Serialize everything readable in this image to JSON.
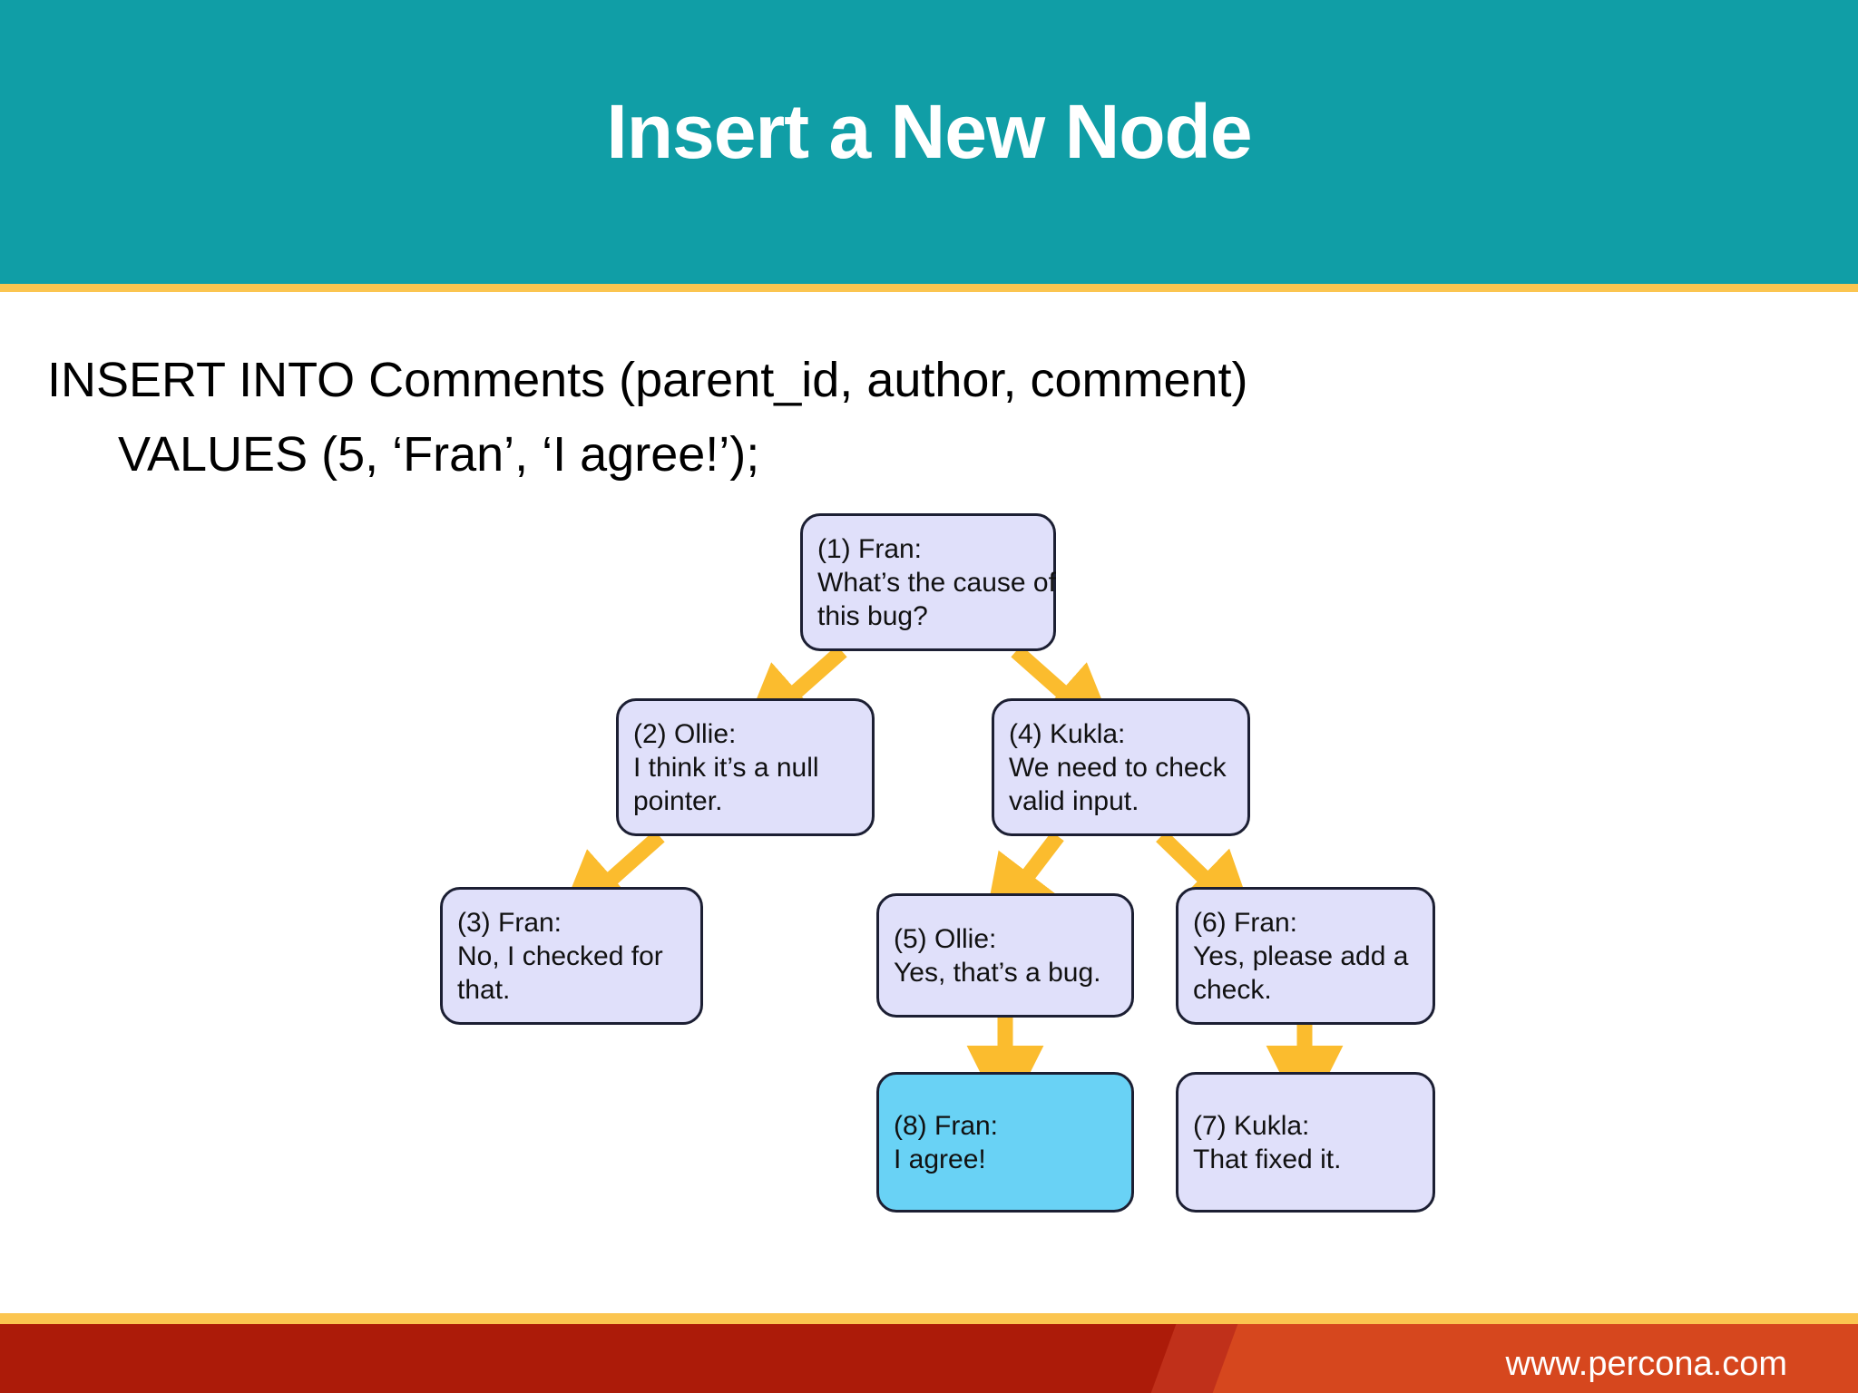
{
  "slide": {
    "title": "Insert a New Node",
    "header_color": "#109ea6",
    "accent_rule_color": "#fbc550",
    "background_color": "#ffffff"
  },
  "body": {
    "sql_line_1": "INSERT INTO Comments (parent_id, author, comment)",
    "sql_line_2": "VALUES (5, ‘Fran’, ‘I agree!’);"
  },
  "diagram": {
    "type": "tree",
    "node_fill": "#e0e0fa",
    "node_highlight_fill": "#69d2f5",
    "node_border": "#1c1f33",
    "arrow_color": "#fbbc2e",
    "nodes": [
      {
        "id": "1",
        "label": "(1) Fran:",
        "text_line_1": "What’s the cause of",
        "text_line_2": "this bug?",
        "highlight": false
      },
      {
        "id": "2",
        "label": "(2) Ollie:",
        "text_line_1": "I think it’s a null",
        "text_line_2": "pointer.",
        "highlight": false
      },
      {
        "id": "3",
        "label": "(3) Fran:",
        "text_line_1": "No, I checked for",
        "text_line_2": "that.",
        "highlight": false
      },
      {
        "id": "4",
        "label": "(4) Kukla:",
        "text_line_1": "We need to check",
        "text_line_2": "valid input.",
        "highlight": false
      },
      {
        "id": "5",
        "label": "(5) Ollie:",
        "text_line_1": "Yes, that’s a bug.",
        "text_line_2": "",
        "highlight": false
      },
      {
        "id": "6",
        "label": "(6) Fran:",
        "text_line_1": "Yes, please add a",
        "text_line_2": "check.",
        "highlight": false
      },
      {
        "id": "7",
        "label": "(7) Kukla:",
        "text_line_1": "That fixed it.",
        "text_line_2": "",
        "highlight": false
      },
      {
        "id": "8",
        "label": "(8) Fran:",
        "text_line_1": "I agree!",
        "text_line_2": "",
        "highlight": true
      }
    ],
    "edges": [
      {
        "from": "1",
        "to": "2"
      },
      {
        "from": "1",
        "to": "4"
      },
      {
        "from": "2",
        "to": "3"
      },
      {
        "from": "4",
        "to": "5"
      },
      {
        "from": "4",
        "to": "6"
      },
      {
        "from": "5",
        "to": "8"
      },
      {
        "from": "6",
        "to": "7"
      }
    ]
  },
  "footer": {
    "url": "www.percona.com",
    "band_color_dark": "#ac1b09",
    "band_color_light": "#d6471e"
  }
}
